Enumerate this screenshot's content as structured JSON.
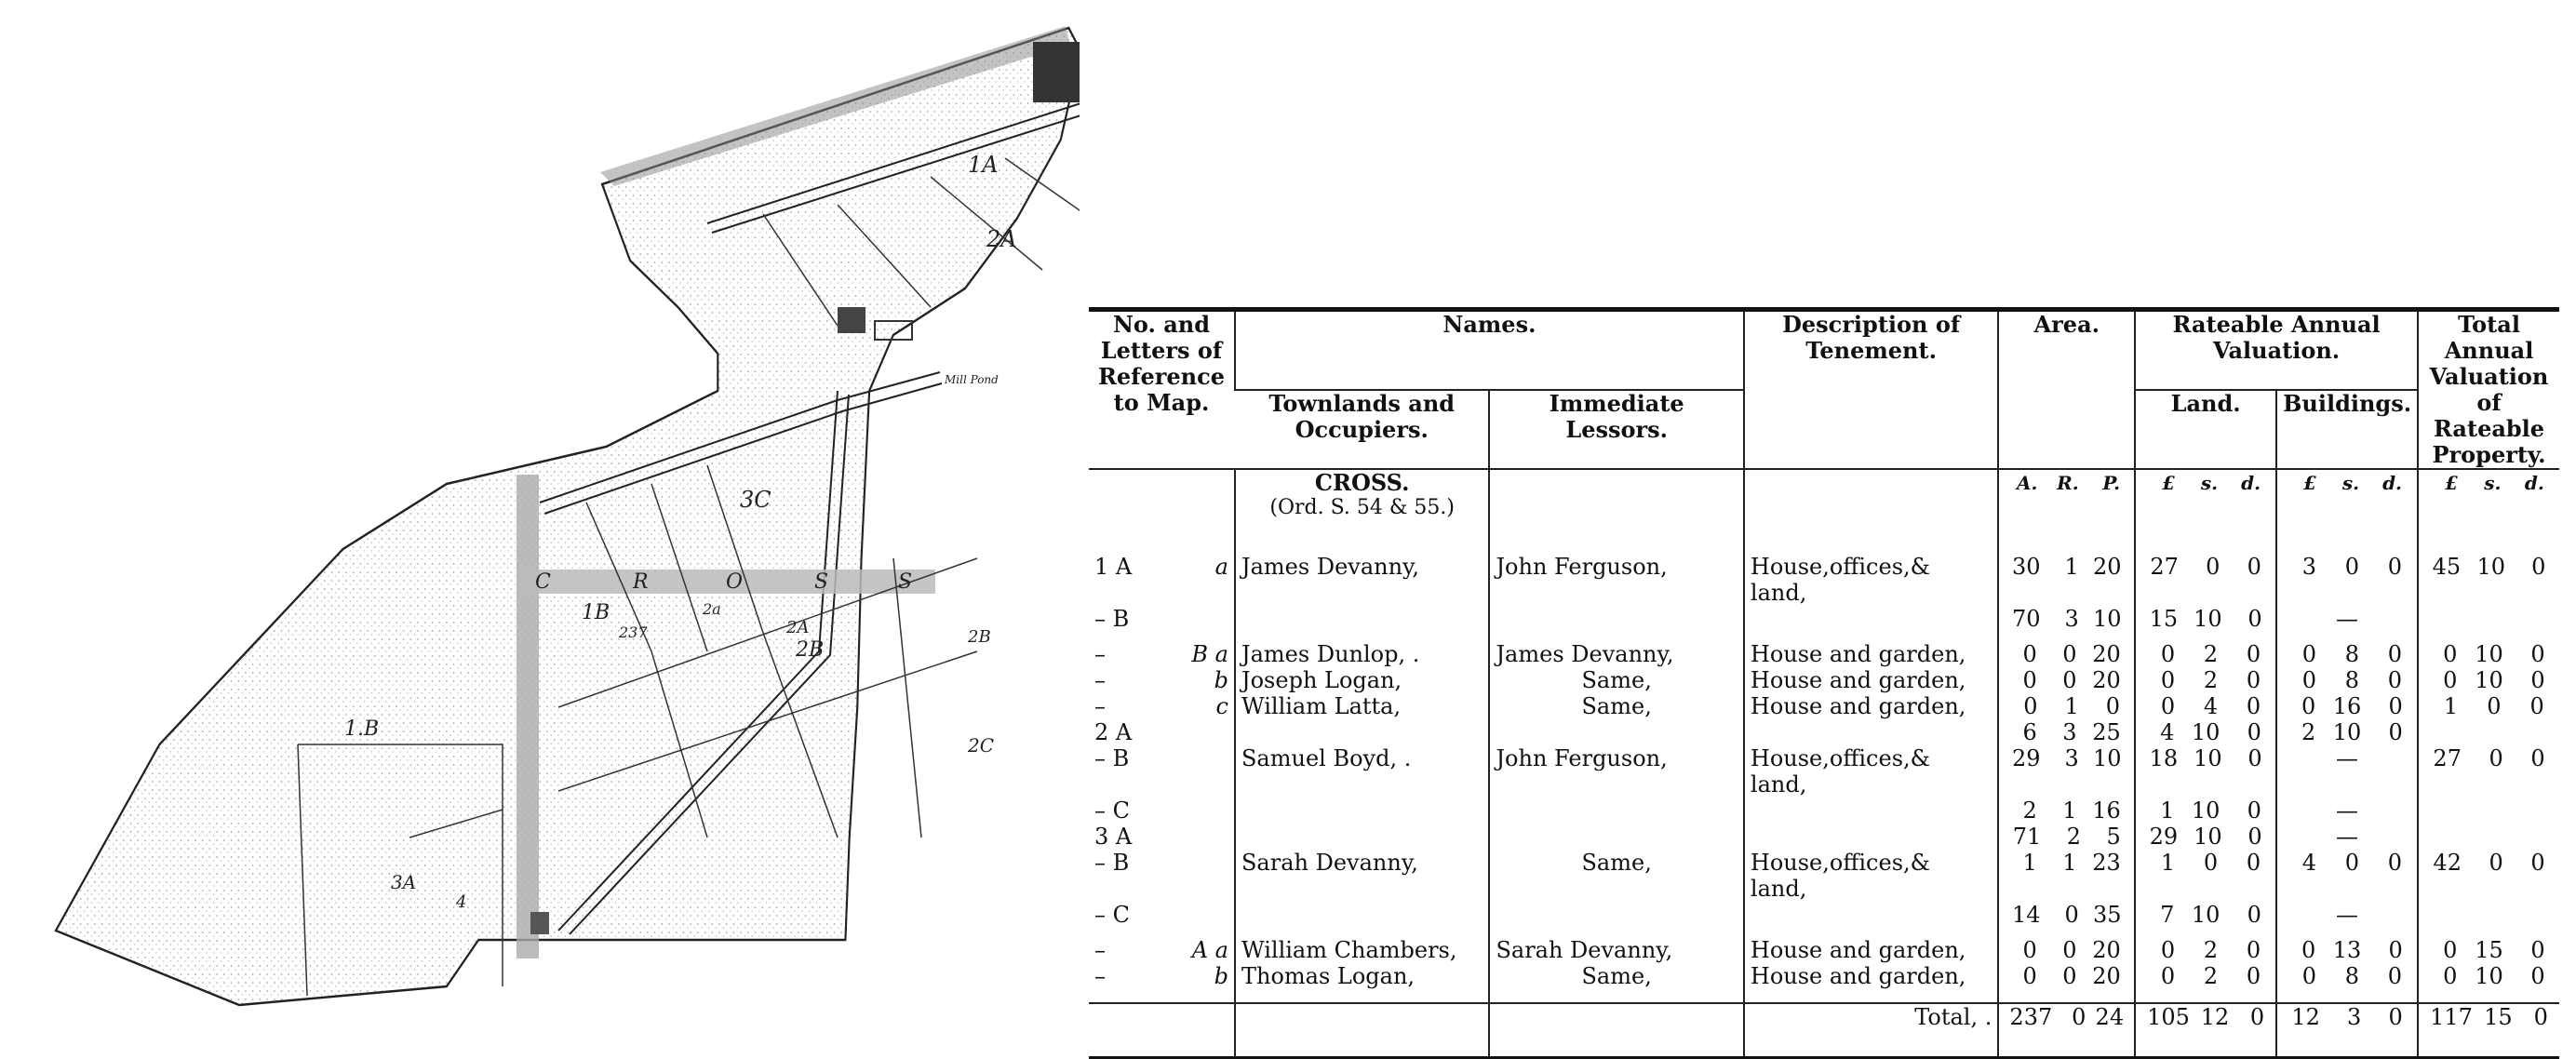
{
  "map": {
    "labels": {
      "cross_letters": [
        "C",
        "R",
        "O",
        "S",
        "S"
      ],
      "plot_1A": "1A",
      "plot_2A": "2A",
      "plot_3C": "3C",
      "plot_1B_left": "1.B",
      "plot_1B": "1B",
      "plot_2B": "2B",
      "plot_2A_south": "2A",
      "plot_2C": "2C",
      "plot_2B_edge": "2B",
      "plot_3A": "3A",
      "plot_237": "237",
      "mill_pond": "Mill Pond",
      "road_2a": "2a",
      "plot_4": "4"
    }
  },
  "table": {
    "headers": {
      "ref": "No. and Letters of Reference to Map.",
      "names": "Names.",
      "townlands": "Townlands and Occupiers.",
      "lessors": "Immediate Lessors.",
      "description": "Description of Tenement.",
      "area": "Area.",
      "rateable": "Rateable Annual Valuation.",
      "land": "Land.",
      "buildings": "Buildings.",
      "total": "Total Annual Valuation of Rateable Property."
    },
    "units": {
      "area": [
        "A.",
        "R.",
        "P."
      ],
      "money": [
        "£",
        "s.",
        "d."
      ]
    },
    "section": {
      "name": "CROSS.",
      "sub": "(Ord. S. 54 & 55.)"
    },
    "rows": [
      {
        "ref": "1 A",
        "letter": "a",
        "occupier": "James Devanny,",
        "lessor": "John Ferguson,",
        "desc": "House,offices,& land,",
        "area": [
          "30",
          "1",
          "20"
        ],
        "land": [
          "27",
          "0",
          "0"
        ],
        "bld": [
          "3",
          "0",
          "0"
        ],
        "total": [
          "45",
          "10",
          "0"
        ]
      },
      {
        "ref": "– B",
        "letter": "",
        "occupier": "",
        "lessor": "",
        "desc": "",
        "area": [
          "70",
          "3",
          "10"
        ],
        "land": [
          "15",
          "10",
          "0"
        ],
        "bld": "—",
        "total": ""
      },
      {
        "ref": "–",
        "letter": "B a",
        "occupier": "James Dunlop, .",
        "lessor": "James Devanny,",
        "desc": "House and garden,",
        "area": [
          "0",
          "0",
          "20"
        ],
        "land": [
          "0",
          "2",
          "0"
        ],
        "bld": [
          "0",
          "8",
          "0"
        ],
        "total": [
          "0",
          "10",
          "0"
        ]
      },
      {
        "ref": "–",
        "letter": "b",
        "occupier": "Joseph Logan,",
        "lessor": "Same,",
        "desc": "House and garden,",
        "area": [
          "0",
          "0",
          "20"
        ],
        "land": [
          "0",
          "2",
          "0"
        ],
        "bld": [
          "0",
          "8",
          "0"
        ],
        "total": [
          "0",
          "10",
          "0"
        ]
      },
      {
        "ref": "–",
        "letter": "c",
        "occupier": "William Latta,",
        "lessor": "Same,",
        "desc": "House and garden,",
        "area": [
          "0",
          "1",
          "0"
        ],
        "land": [
          "0",
          "4",
          "0"
        ],
        "bld": [
          "0",
          "16",
          "0"
        ],
        "total": [
          "1",
          "0",
          "0"
        ]
      },
      {
        "ref": "2 A",
        "letter": "",
        "occupier": "",
        "lessor": "",
        "desc": "",
        "area": [
          "6",
          "3",
          "25"
        ],
        "land": [
          "4",
          "10",
          "0"
        ],
        "bld": [
          "2",
          "10",
          "0"
        ],
        "total": ""
      },
      {
        "ref": "– B",
        "letter": "",
        "occupier": "Samuel Boyd, .",
        "lessor": "John Ferguson,",
        "desc": "House,offices,& land,",
        "area": [
          "29",
          "3",
          "10"
        ],
        "land": [
          "18",
          "10",
          "0"
        ],
        "bld": "—",
        "total": [
          "27",
          "0",
          "0"
        ]
      },
      {
        "ref": "– C",
        "letter": "",
        "occupier": "",
        "lessor": "",
        "desc": "",
        "area": [
          "2",
          "1",
          "16"
        ],
        "land": [
          "1",
          "10",
          "0"
        ],
        "bld": "—",
        "total": ""
      },
      {
        "ref": "3 A",
        "letter": "",
        "occupier": "",
        "lessor": "",
        "desc": "",
        "area": [
          "71",
          "2",
          "5"
        ],
        "land": [
          "29",
          "10",
          "0"
        ],
        "bld": "—",
        "total": ""
      },
      {
        "ref": "– B",
        "letter": "",
        "occupier": "Sarah Devanny,",
        "lessor": "Same,",
        "desc": "House,offices,& land,",
        "area": [
          "1",
          "1",
          "23"
        ],
        "land": [
          "1",
          "0",
          "0"
        ],
        "bld": [
          "4",
          "0",
          "0"
        ],
        "total": [
          "42",
          "0",
          "0"
        ]
      },
      {
        "ref": "– C",
        "letter": "",
        "occupier": "",
        "lessor": "",
        "desc": "",
        "area": [
          "14",
          "0",
          "35"
        ],
        "land": [
          "7",
          "10",
          "0"
        ],
        "bld": "—",
        "total": ""
      },
      {
        "ref": "–",
        "letter": "A a",
        "occupier": "William Chambers,",
        "lessor": "Sarah Devanny,",
        "desc": "House and garden,",
        "area": [
          "0",
          "0",
          "20"
        ],
        "land": [
          "0",
          "2",
          "0"
        ],
        "bld": [
          "0",
          "13",
          "0"
        ],
        "total": [
          "0",
          "15",
          "0"
        ]
      },
      {
        "ref": "–",
        "letter": "b",
        "occupier": "Thomas Logan,",
        "lessor": "Same,",
        "desc": "House and garden,",
        "area": [
          "0",
          "0",
          "20"
        ],
        "land": [
          "0",
          "2",
          "0"
        ],
        "bld": [
          "0",
          "8",
          "0"
        ],
        "total": [
          "0",
          "10",
          "0"
        ]
      }
    ],
    "total": {
      "label": "Total, .",
      "area": [
        "237",
        "0",
        "24"
      ],
      "land": [
        "105",
        "12",
        "0"
      ],
      "bld": [
        "12",
        "3",
        "0"
      ],
      "total": [
        "117",
        "15",
        "0"
      ]
    }
  }
}
